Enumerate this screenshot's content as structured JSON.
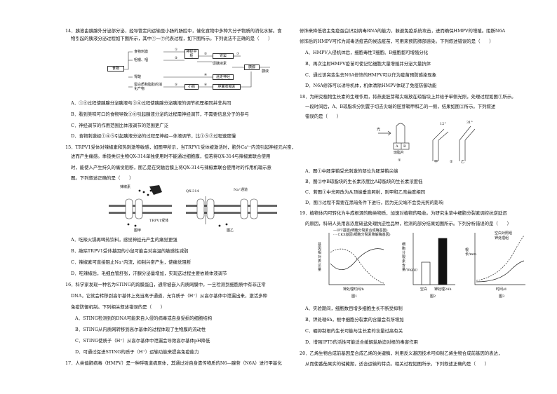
{
  "left": {
    "q14": {
      "stem1": "14．胰液由胰腺外分泌部分泌，经导管定向运输至小肠的肠腔中，催化食物中多种大分子物质的消化水解。食",
      "stem2": "物引起的胰液分泌过程如下图所示，其中①～⑦代表过程，如下图所示。下列说法不正确的是（　　）",
      "diagram": {
        "food": "食物",
        "b1": "食物刺激",
        "b2": "咀嚼、咽",
        "b3": "胃酸",
        "b4": "蛋白质和脂肪的消化产物",
        "nerve": "神经中枢",
        "vagus": "迷走神经",
        "stomach": "胃窦",
        "gastrin": "促胰液素",
        "pancreas": "胰腺",
        "duodenum": "小肠",
        "cck": "胆囊收缩素",
        "juice": "胰液",
        "n1": "①",
        "n2": "②",
        "n3": "③",
        "n4": "④",
        "n5": "⑤",
        "n6": "⑥",
        "n7": "⑦"
      },
      "A": "A．①⑤过程使胰腺分泌胰液与③④过程使胰腺分泌胰液的调节机理相同并非共同",
      "B": "B．看到美味可口的食物导致③⑥引起胰液分泌的过程需神经调节，不需要信息分子的参与",
      "C": "C．神经调节的作用范围比体液调节的范围更广泛",
      "D": "D．食物刺激经①④⑤引起胰液分泌的过程是神经—体液调节，比①⑤⑦过程速度慢"
    },
    "q15": {
      "s1": "15．TRPV1受体对辣椒素和热刺激等敏感，如图甲所示，当TRPV1受体被激活时，胞外Ca²⁺内流引起神经元兴奋，",
      "s2": "进而产生痛感。季铵类衍生物QX-314单独使用时不能通过细胞膜，但若将QX-314与辣椒素联合使用",
      "s3": "时，能使人产生持久的痛觉阻断，图乙是在突触后膜上将QX-314与辣椒素联合使用时的作用机理示意",
      "s4": "图。下列叙述正确的是（　　）",
      "fig_a": "图甲",
      "fig_b": "图乙",
      "lab_cap": "辣椒素",
      "lab_trp": "TRPV1受体",
      "lab_qx": "QX-314",
      "lab_na": "Na⁺通道",
      "A": "A．吃辣火锅再喝热饮料，感觉神经元产生的痛觉更强",
      "B": "B．敲除TRPV1受体基因的小鼠可能会对高温的敏感性减弱",
      "C": "C．辣椒素可直接阻止Na⁺内流，抑制兴奋产生，使痛觉阻断",
      "D": "D．吃辣椒后，毛细血管舒张，汗腺分泌量增加，实现这过程主要依赖体液调节"
    },
    "q16": {
      "s1": "16．科学家发现一种名为STING的跨膜蛋白，通常被嵌入内质网膜中。一旦检测到细胞质中有非正常",
      "s2": "DNA，它就会转移到高尔基体上充当离子通道，允许质子（H⁺）从高尔基体中泄漏出来，激活多种",
      "s3": "免疫防御机制。下列相关叙述错误的是（　　）",
      "A": "A．STING检测到的DNA可能来自入侵的病毒或自身受损的细胞结构",
      "B": "B．STING从内质网转移到高尔基体的过程体现了生物膜的流动性",
      "C": "C．STING使质子（H⁺）从高尔基体中泄漏会导致高尔基体pH降低",
      "D": "D．可通过促进STING的质子（H⁺）运输功能来提高免疫能力"
    },
    "q17": {
      "s1": "17．人类偏肺病毒（HMPV）是一种呼吸道病原体，其通过对自身遗传物质的N6—腺苷（N6A）进行甲基化"
    }
  },
  "right": {
    "q17c": {
      "c1": "修饰来降低宿主免疫蛋白识别病毒RNA的能力，躲避免疫系统攻击，进而确保HMPV的增殖。阻断N6A",
      "c2": "修饰后的HMPV可作为减毒活疫苗的候选疫苗，可用来预防肺部感染。下列叙述错误的是（　　）",
      "A": "A．HMPV入侵机体后，细胞毒性T细胞、B细胞都可增殖分化",
      "B": "B．再次注射HMPV疫苗可使记忆细胞大量增殖并分泌大量抗体",
      "C": "C．通过该突变生去N6A修饰的HMPV可以作为疫苗预防感染现象",
      "D": "D．N6A修饰可以诱导机体，机体清除HMPV体现了免疫防御功能"
    },
    "q18": {
      "s1": "18．为研究植物生长素的生理作用，将燕麦胚芽鞘尖端放在琼脂块上并给予单侧光照，处理过程如图①所示。",
      "s2": "一段时间后，A、B琼脂块分别置于切去尖端的胚芽鞘甲和乙的一侧，结果如图②所示。下列叙述",
      "s3": "错误的是（　　）",
      "fig_light": "光",
      "fig_agar": "琼脂片",
      "fig_a": "A",
      "fig_b": "B",
      "fig_jia": "甲",
      "fig_yi": "乙",
      "ang1": "12°",
      "ang2": "31°",
      "lab1": "①",
      "lab2": "②",
      "A": "A．图①中胚芽鞘受光刺激的部位为胚芽鞘尖端",
      "B": "B．图②中B琼脂块的生长素浓度比A琼脂块的生长素浓度低",
      "C": "C．若图①中光照改为从顶端垂直照射，则甲和乙弯曲度相同",
      "D": "D．图①过程不需要在黑暗条件下进行，因为无尖端不会受光照的影响"
    },
    "q19": {
      "s1": "19．植物体内可转化为牛成根源的酶类物质，加速对植物的吸收。为研究生草中细胞分裂素调控抗逆延迟",
      "s2": "的原因，科研人员用高浓度硫盐处理抗逆性品种，检测的部分结果如图所示。下列分析错误的是（　　）",
      "f1_title": "—IPT基因(细胞分裂素合成酶基因)",
      "f1_t2": "- - CKX基因(细胞分裂素降解酶基因)",
      "f1_y": "基因相对表达量",
      "f1_x": "钾处理时间/h",
      "f1_cap": "图1",
      "f2_y": "细胞分裂素含量/(ng/g)",
      "f2_x1": "空白",
      "f2_x2": "钾处理24h",
      "f2_cap": "图2",
      "f3_l1": "空白对照组",
      "f3_l2": "钾处理组",
      "f3_y": "根长/mm",
      "f3_x": "时间/d",
      "f3_cap": "图3",
      "A": "A．实验期间，细胞数目增多细胞生长不断受抑制",
      "B": "B．钾处理6h，根中细胞分裂素的含量会有所增加",
      "C": "C．硼抑制根的生长可能与生长素的含量过高有关",
      "D": "D．增强IPT5的活性可能适合缓解盐胁迫对根的毒害作用"
    },
    "q20": {
      "s1": "20．乙烯生物合成前基因是合成乙烯的关键酶，利用反义基因技术可抑制乙烯生物合成前基因的表达，",
      "s2": "从而使番茄果实的储藏期，适合运输的特点。相关过程如图所示，下列叙述正确的是（　　）"
    }
  }
}
